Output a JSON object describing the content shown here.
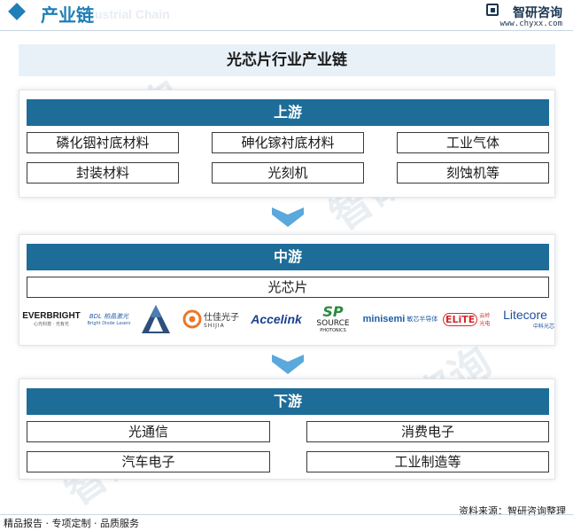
{
  "header": {
    "title": "产业链",
    "title_bg": "Industrial Chain",
    "brand": "智研咨询",
    "url": "www.chyxx.com"
  },
  "diagram": {
    "title": "光芯片行业产业链",
    "upstream": {
      "label": "上游",
      "items": [
        "磷化铟衬底材料",
        "砷化镓衬底材料",
        "工业气体",
        "封装材料",
        "光刻机",
        "刻蚀机等"
      ]
    },
    "midstream": {
      "label": "中游",
      "items": [
        "光芯片"
      ],
      "logos": [
        {
          "name": "EVERBRIGHT",
          "sub": "心光科技 · 光有光"
        },
        {
          "name": "BDL 柏晶激光",
          "sub": "Bright Diode Lasers"
        },
        {
          "name": "triangle-logo",
          "sub": ""
        },
        {
          "name": "仕佳光子",
          "sub": "SHIJIA"
        },
        {
          "name": "Accelink",
          "sub": ""
        },
        {
          "name": "SP",
          "sub": "SOURCE",
          "sub2": "PHOTONICS"
        },
        {
          "name": "minisemi",
          "sub": "敏芯半导体"
        },
        {
          "name": "ELiTE",
          "sub": "云岭光电"
        },
        {
          "name": "Litecore",
          "sub": "中科光芯"
        }
      ]
    },
    "downstream": {
      "label": "下游",
      "items": [
        "光通信",
        "消费电子",
        "汽车电子",
        "工业制造等"
      ]
    }
  },
  "watermark": "智研咨询",
  "footer": {
    "left": "精品报告 · 专项定制 · 品质服务",
    "right": "资料来源：智研咨询整理"
  },
  "colors": {
    "accent": "#1f7fb6",
    "bar": "#1e6d98",
    "arrow": "#5aa8dc"
  }
}
